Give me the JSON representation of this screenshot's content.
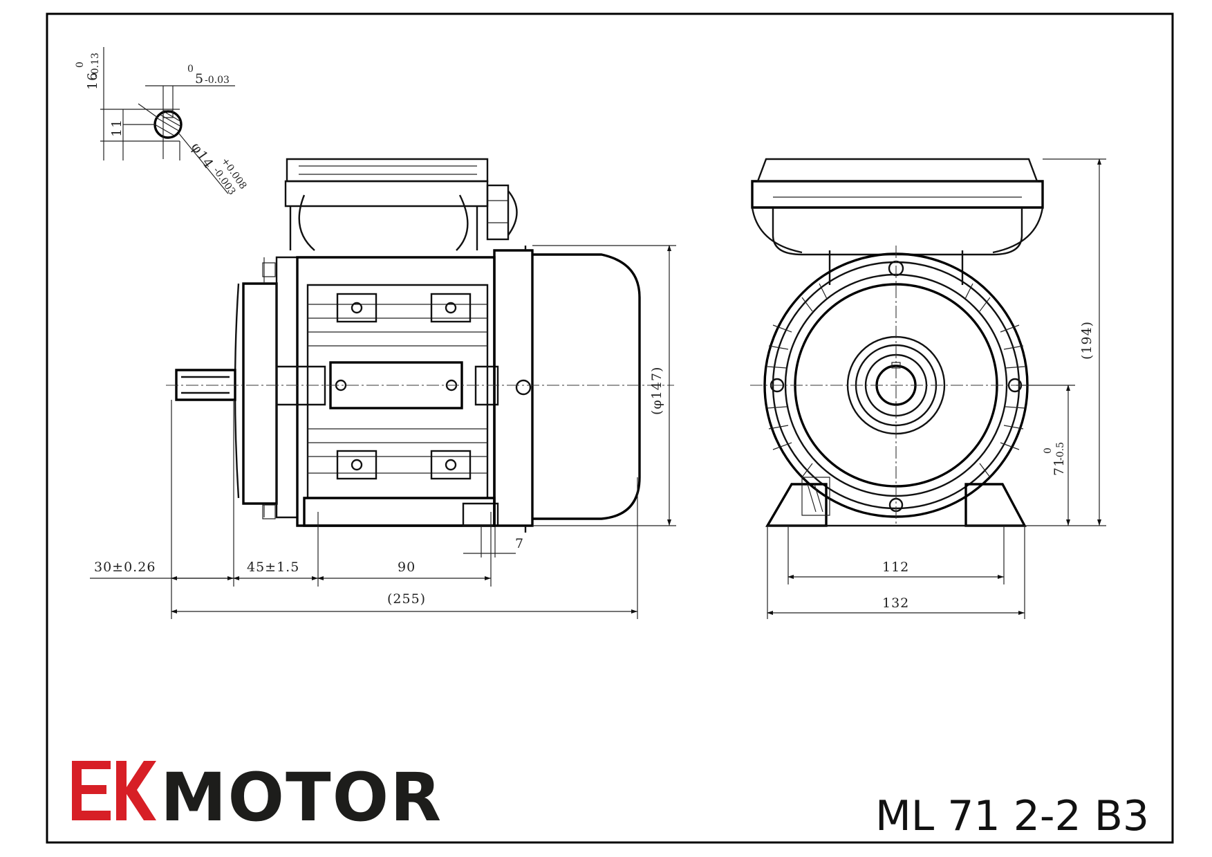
{
  "brand": {
    "logo_mark": "EK",
    "name": "MOTOR",
    "mark_color": "#d71f26",
    "text_color": "#1d1d1b"
  },
  "model": "ML 71 2-2 B3",
  "key_detail": {
    "height": "16",
    "height_tol_upper": "0",
    "height_tol_lower": "-0.13",
    "key_width": "5",
    "key_width_tol_upper": "0",
    "key_width_tol_lower": "-0.03",
    "depth": "11",
    "shaft_dia": "φ14",
    "shaft_dia_tol_upper": "+0.008",
    "shaft_dia_tol_lower": "-0.003"
  },
  "side_view": {
    "shaft_length": "30±0.26",
    "flange_offset": "45±1.5",
    "foot_span": "90",
    "foot_hole": "7",
    "overall_length": "(255)",
    "body_diameter": "(φ147)"
  },
  "front_view": {
    "foot_hole_spacing": "112",
    "base_width": "132",
    "overall_height": "(194)",
    "shaft_height": "71",
    "shaft_height_tol_upper": "0",
    "shaft_height_tol_lower": "-0.5"
  }
}
